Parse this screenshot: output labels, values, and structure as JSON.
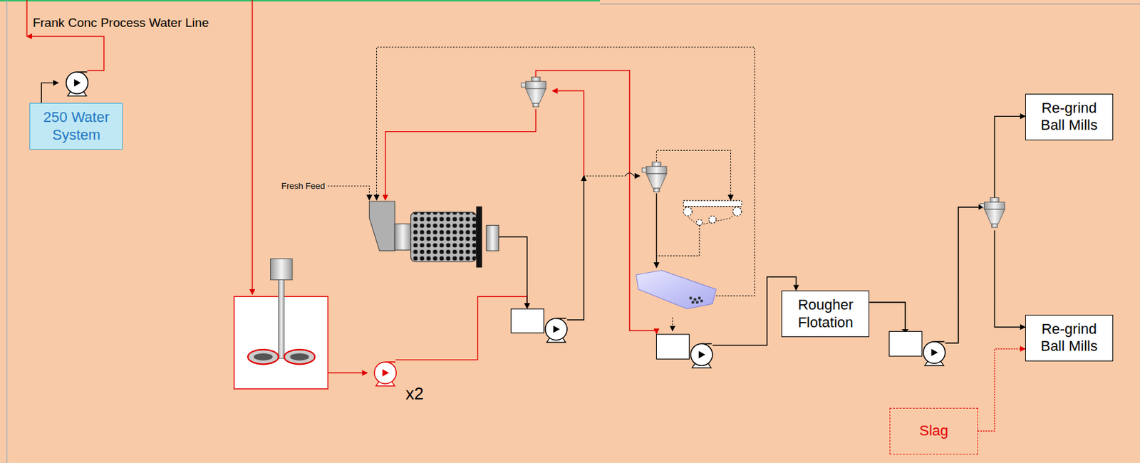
{
  "diagram": {
    "nodes": [
      {
        "text": [
          "250 Water System"
        ]
      },
      {
        "text": [
          "Rougher Flotation"
        ]
      },
      {
        "text": [
          "Re-grind Ball Mills"
        ]
      },
      {
        "text": [
          "Re-grind Ball Mills"
        ]
      },
      {
        "text": [
          "Slag"
        ]
      }
    ],
    "edges": [
      {
        "from": 1,
        "to": 2,
        "arrow": "to"
      },
      {
        "from": 1,
        "to": 3,
        "arrow": "to"
      },
      {
        "from": 4,
        "to": 3,
        "arrow": "to"
      }
    ],
    "labels": [
      "Frank Conc Process Water Line",
      "Fresh Feed",
      "x2"
    ]
  }
}
